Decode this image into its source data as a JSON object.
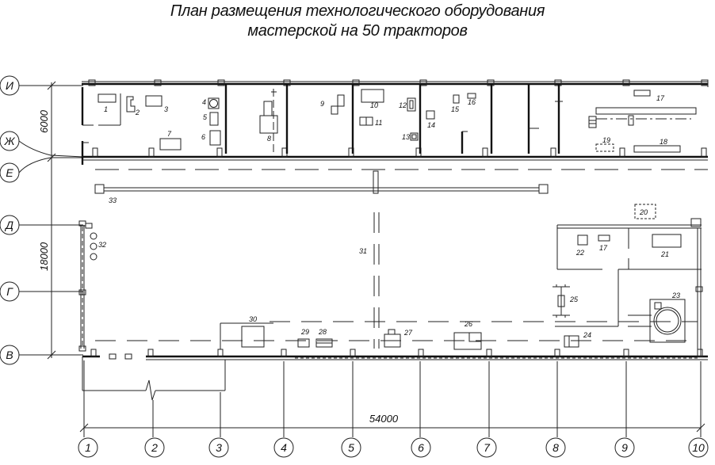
{
  "title": {
    "line1": "План размещения технологического оборудования",
    "line2": "мастерской на 50 тракторов"
  },
  "dimensions": {
    "top_span": "6000",
    "bottom_span": "18000",
    "total_length": "54000"
  },
  "row_axes": [
    "И",
    "Ж",
    "Е",
    "Д",
    "Г",
    "В"
  ],
  "column_axes": [
    "1",
    "2",
    "3",
    "4",
    "5",
    "6",
    "7",
    "8",
    "9",
    "10"
  ],
  "equipment_labels": {
    "e1": "1",
    "e2": "2",
    "e3": "3",
    "e4": "4",
    "e5": "5",
    "e6": "6",
    "e7": "7",
    "e8": "8",
    "e9": "9",
    "e10": "10",
    "e11": "11",
    "e12": "12",
    "e13": "13",
    "e14": "14",
    "e15": "15",
    "e16": "16",
    "e17a": "17",
    "e17b": "17",
    "e18": "18",
    "e19": "19",
    "e20": "20",
    "e21": "21",
    "e22": "22",
    "e23": "23",
    "e24": "24",
    "e25": "25",
    "e26": "26",
    "e27": "27",
    "e28": "28",
    "e29": "29",
    "e30": "30",
    "e31": "31",
    "e32": "32",
    "e33": "33"
  }
}
